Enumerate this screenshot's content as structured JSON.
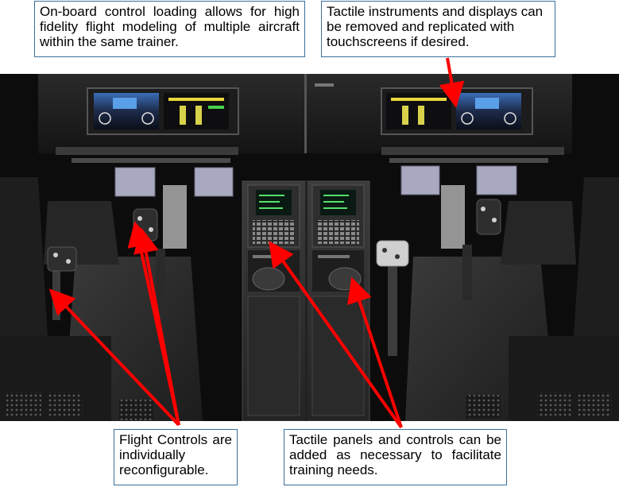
{
  "callouts": {
    "control_loading": "On-board control loading allows for high fidelity flight modeling of multiple aircraft within the same trainer.",
    "tactile_instruments": "Tactile instruments and displays can be removed and replicated with touchscreens if desired.",
    "flight_controls": "Flight Controls are individually reconfigurable.",
    "tactile_panels": "Tactile panels and controls can be added as necessary to facilitate training needs."
  },
  "colors": {
    "arrow": "#ff0000",
    "callout_border": "#3a6f9a",
    "background": "#0c0c0c"
  }
}
